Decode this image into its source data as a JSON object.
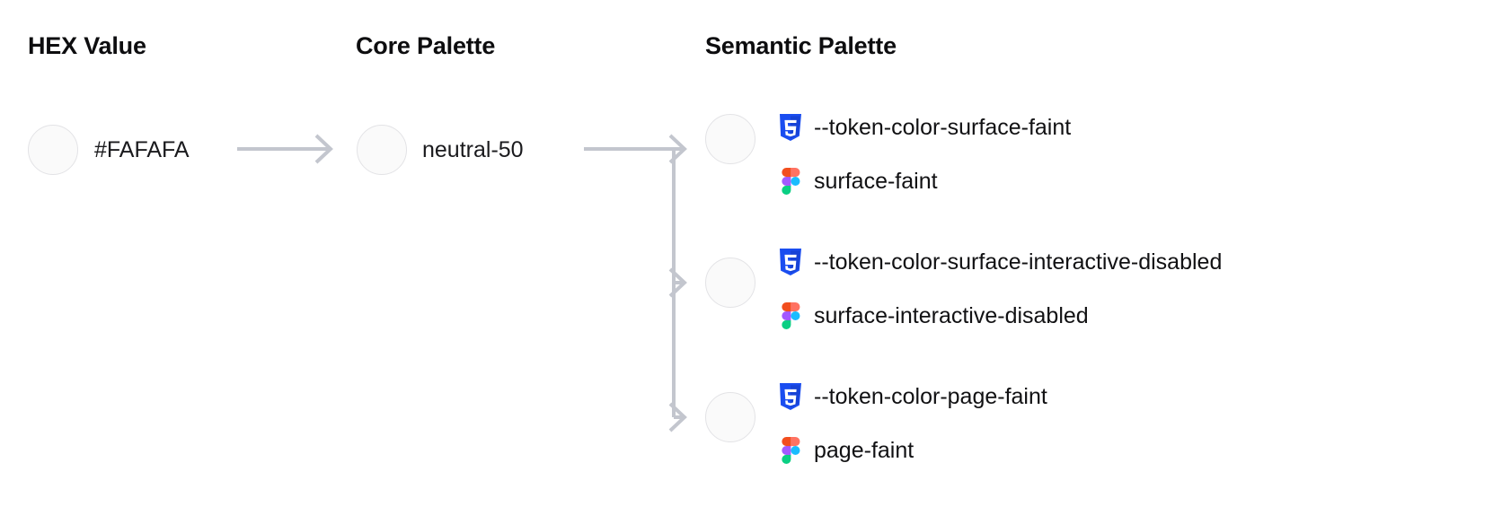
{
  "columns": {
    "hex": {
      "title": "HEX Value"
    },
    "core": {
      "title": "Core Palette"
    },
    "semantic": {
      "title": "Semantic Palette"
    }
  },
  "hex": {
    "value": "#FAFAFA",
    "swatch_color": "#FAFAFA"
  },
  "core": {
    "value": "neutral-50",
    "swatch_color": "#FAFAFA"
  },
  "semantic": {
    "rows": [
      {
        "swatch_color": "#FAFAFA",
        "css_token": "--token-color-surface-faint",
        "figma_token": "surface-faint"
      },
      {
        "swatch_color": "#FAFAFA",
        "css_token": "--token-color-surface-interactive-disabled",
        "figma_token": "surface-interactive-disabled"
      },
      {
        "swatch_color": "#FAFAFA",
        "css_token": "--token-color-page-faint",
        "figma_token": "page-faint"
      }
    ]
  },
  "icons": {
    "css": "css3-icon",
    "figma": "figma-icon",
    "arrow": "arrow-right-icon"
  },
  "colors": {
    "connector": "#C3C6CE",
    "swatch_border": "#E3E3E6",
    "text": "#111113",
    "css_blue": "#1A4DF0",
    "figma_orange": "#F24E1E",
    "figma_pink": "#FF7262",
    "figma_purple": "#A259FF",
    "figma_blue": "#1ABCFE",
    "figma_green": "#0ACF83"
  }
}
